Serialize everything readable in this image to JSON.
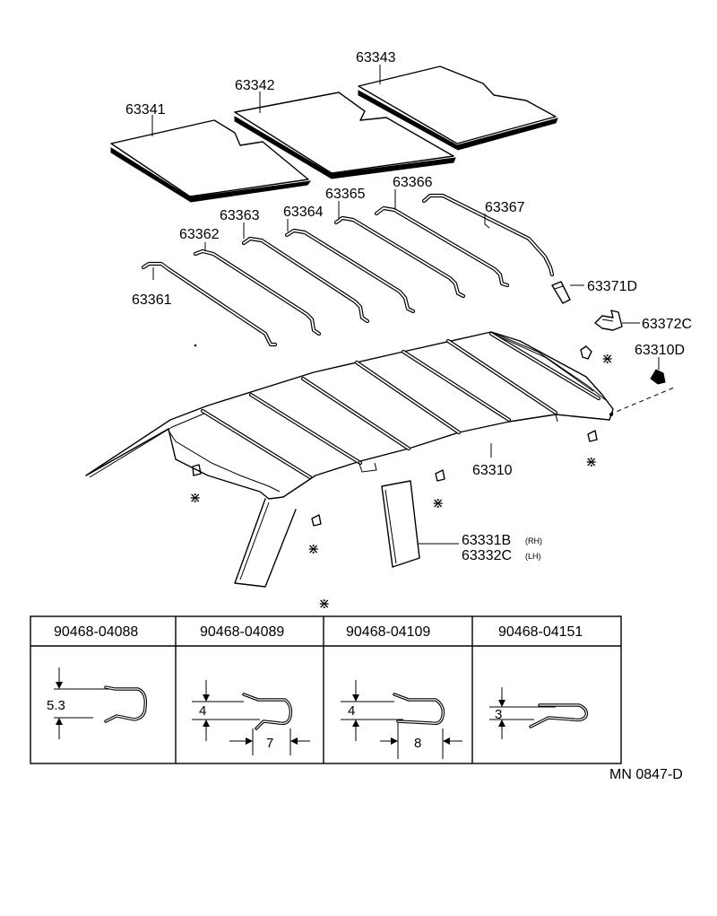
{
  "parts": {
    "panel_63341": "63341",
    "panel_63342": "63342",
    "panel_63343": "63343",
    "bow_63361": "63361",
    "bow_63362": "63362",
    "bow_63363": "63363",
    "bow_63364": "63364",
    "bow_63365": "63365",
    "bow_63366": "63366",
    "bow_63367": "63367",
    "holder_63371d": "63371D",
    "bracket_63372c": "63372C",
    "clip_63310d": "63310D",
    "headlining_63310": "63310",
    "trim_rh_number": "63331B",
    "trim_rh_side": "(RH)",
    "trim_lh_number": "63332C",
    "trim_lh_side": "(LH)"
  },
  "clip_symbol": "⋇",
  "clip_table": {
    "columns": [
      {
        "part_no": "90468-04088",
        "height": "5.3",
        "width": ""
      },
      {
        "part_no": "90468-04089",
        "height": "4",
        "width": "7"
      },
      {
        "part_no": "90468-04109",
        "height": "4",
        "width": "8"
      },
      {
        "part_no": "90468-04151",
        "height": "3",
        "width": ""
      }
    ]
  },
  "diagram_code": "MN 0847-D"
}
